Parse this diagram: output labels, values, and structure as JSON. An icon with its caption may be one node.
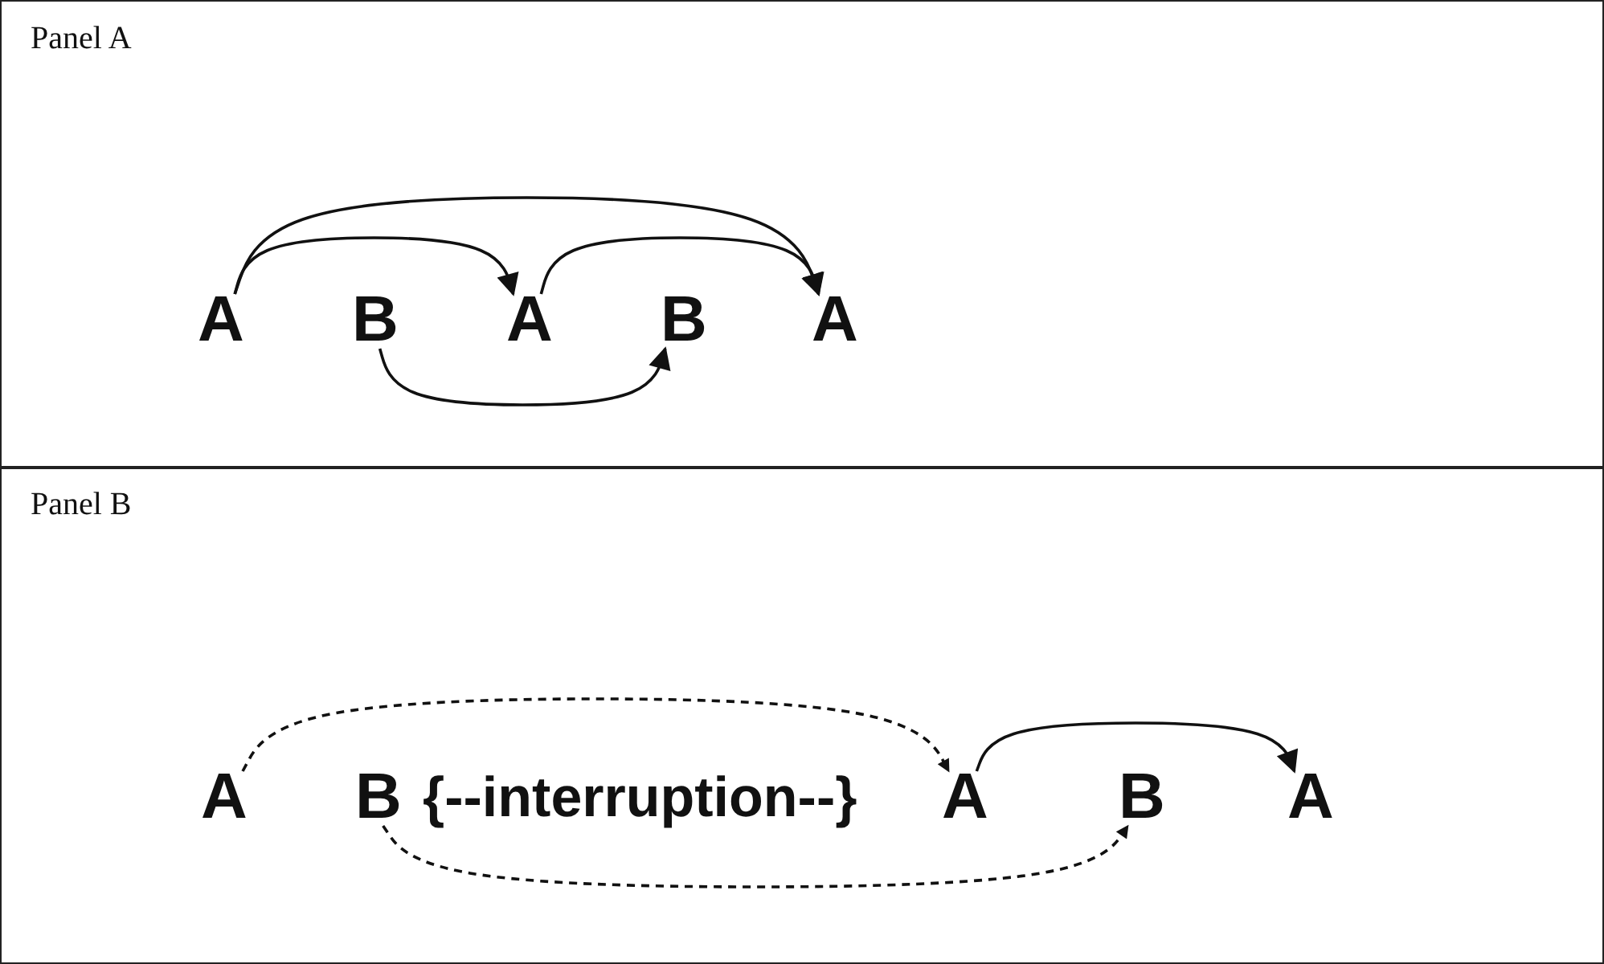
{
  "diagram": {
    "nodes": [
      {
        "text": [
          "Panel A"
        ]
      },
      {
        "text": [
          "A"
        ],
        "in": 0
      },
      {
        "text": [
          "B"
        ],
        "in": 0
      },
      {
        "text": [
          "A"
        ],
        "in": 0
      },
      {
        "text": [
          "B"
        ],
        "in": 0
      },
      {
        "text": [
          "A"
        ],
        "in": 0
      },
      {
        "text": [
          "Panel B"
        ]
      },
      {
        "text": [
          "A"
        ],
        "in": 6
      },
      {
        "text": [
          "B"
        ],
        "in": 6
      },
      {
        "text": [
          "A"
        ],
        "in": 6
      },
      {
        "text": [
          "B"
        ],
        "in": 6
      },
      {
        "text": [
          "A"
        ],
        "in": 6
      }
    ],
    "edges": [
      {
        "from": 1,
        "to": 5,
        "arrow": "to"
      },
      {
        "from": 1,
        "to": 3,
        "arrow": "to"
      },
      {
        "from": 3,
        "to": 5,
        "arrow": "to"
      },
      {
        "from": 2,
        "to": 4,
        "arrow": "to"
      },
      {
        "from": 7,
        "to": 9,
        "arrow": "to",
        "style": "dashed"
      },
      {
        "from": 9,
        "to": 11,
        "arrow": "to"
      },
      {
        "from": 8,
        "to": 10,
        "arrow": "to",
        "style": "dashed"
      }
    ],
    "labels": [
      "{--interruption--}"
    ]
  }
}
